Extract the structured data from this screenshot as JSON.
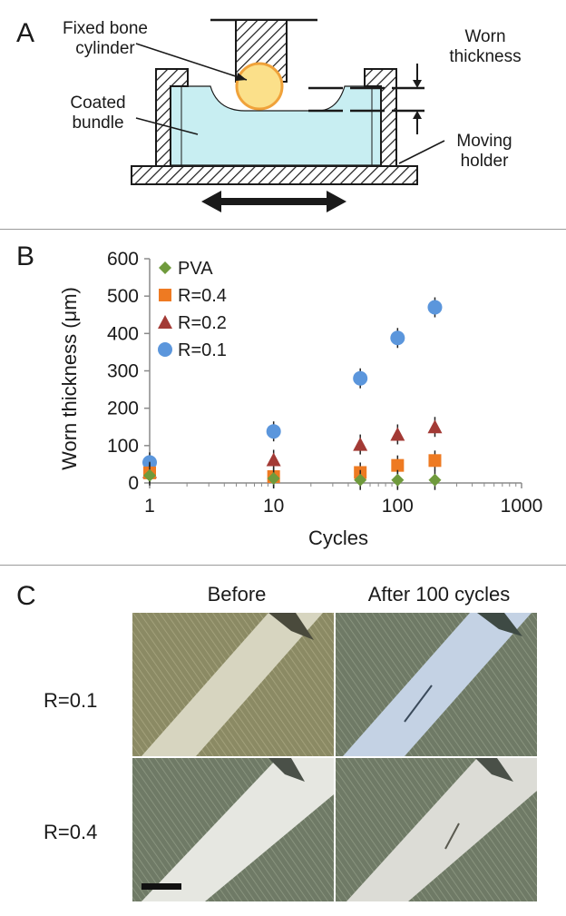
{
  "panel_a": {
    "letter": "A",
    "labels": {
      "fixed_bone_line1": "Fixed bone",
      "fixed_bone_line2": "cylinder",
      "coated_line1": "Coated",
      "coated_line2": "bundle",
      "worn_line1": "Worn",
      "worn_line2": "thickness",
      "moving_line1": "Moving",
      "moving_line2": "holder"
    },
    "colors": {
      "bundle": "#c8eef2",
      "bone_fill": "#fbe08a",
      "bone_stroke": "#f0a23a"
    }
  },
  "panel_b": {
    "letter": "B",
    "chart_data": {
      "type": "scatter",
      "xscale": "log",
      "xlim": [
        1,
        1000
      ],
      "ylim": [
        0,
        600
      ],
      "xlabel": "Cycles",
      "ylabel": "Worn thickness (μm)",
      "xticks": [
        "1",
        "10",
        "100",
        "1000"
      ],
      "yticks": [
        "0",
        "100",
        "200",
        "300",
        "400",
        "500",
        "600"
      ],
      "legend_position": "top-left",
      "series": [
        {
          "name": "PVA",
          "marker": "diamond",
          "color": "#6f9a3c",
          "x": [
            1,
            10,
            50,
            100,
            200
          ],
          "y": [
            20,
            12,
            8,
            8,
            8
          ]
        },
        {
          "name": "R=0.4",
          "marker": "square",
          "color": "#ee7a22",
          "x": [
            1,
            10,
            50,
            100,
            200
          ],
          "y": [
            27,
            17,
            28,
            47,
            60
          ]
        },
        {
          "name": "R=0.2",
          "marker": "triangle",
          "color": "#a33a35",
          "x": [
            1,
            10,
            50,
            100,
            200
          ],
          "y": [
            30,
            62,
            103,
            130,
            150
          ]
        },
        {
          "name": "R=0.1",
          "marker": "circle",
          "color": "#5b96dc",
          "x": [
            1,
            10,
            50,
            100,
            200
          ],
          "y": [
            55,
            138,
            280,
            388,
            470
          ]
        }
      ]
    }
  },
  "panel_c": {
    "letter": "C",
    "col_before": "Before",
    "col_after": "After 100 cycles",
    "row1": "R=0.1",
    "row2": "R=0.4"
  }
}
